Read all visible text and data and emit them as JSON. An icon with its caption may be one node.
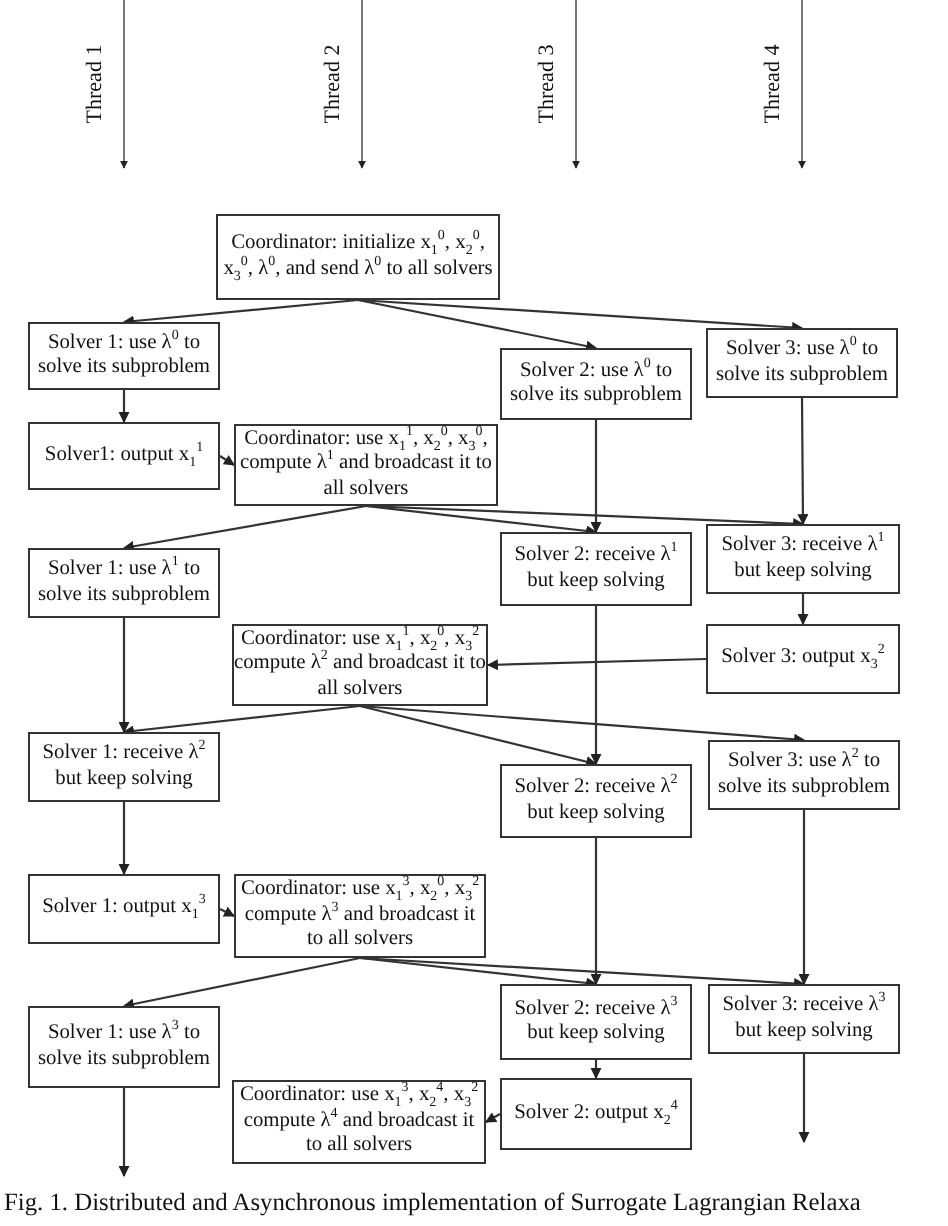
{
  "diagram": {
    "caption": "Fig. 1. Distributed and Asynchronous implementation of Surrogate Lagrangian Relaxa",
    "nodes": [
      {
        "text": [
          "Coordinator: initialize x$_{1}$$^{0}$, x$_{2}$$^{0}$, x$_{3}$$^{0}$, λ$^{0}$, and send λ$^{0}$ to all solvers"
        ]
      },
      {
        "text": [
          "Solver 1: use λ$^{0}$ to solve its subproblem"
        ]
      },
      {
        "text": [
          "Solver 2: use λ$^{0}$ to solve its subproblem"
        ]
      },
      {
        "text": [
          "Solver 3: use λ$^{0}$ to solve its subproblem"
        ]
      },
      {
        "text": [
          "Solver1: output x$_{1}$$^{1}$"
        ]
      },
      {
        "text": [
          "Coordinator: use x$_{1}$$^{1}$, x$_{2}$$^{0}$, x$_{3}$$^{0}$, compute λ$^{1}$ and broadcast it to all solvers"
        ]
      },
      {
        "text": [
          "Solver 2: receive λ$^{1}$ but keep solving"
        ]
      },
      {
        "text": [
          "Solver 3: receive λ$^{1}$ but keep solving"
        ]
      },
      {
        "text": [
          "Solver 1: use λ$^{1}$ to solve its subproblem"
        ]
      },
      {
        "text": [
          "Coordinator: use x$_{1}$$^{1}$, x$_{2}$$^{0}$, x$_{3}$$^{2}$ compute λ$^{2}$ and broadcast it to all solvers"
        ]
      },
      {
        "text": [
          "Solver 3: output x$_{3}$$^{2}$"
        ]
      },
      {
        "text": [
          "Solver 1: receive λ$^{2}$ but keep solving"
        ]
      },
      {
        "text": [
          "Solver 3: use λ$^{2}$ to solve its subproblem"
        ]
      },
      {
        "text": [
          "Solver 2: receive λ$^{2}$ but keep solving"
        ]
      },
      {
        "text": [
          "Solver 1: output x$_{1}$$^{3}$"
        ]
      },
      {
        "text": [
          "Coordinator: use x$_{1}$$^{3}$, x$_{2}$$^{0}$, x$_{3}$$^{2}$ compute λ$^{3}$ and broadcast it to all solvers"
        ]
      },
      {
        "text": [
          "Solver 2: receive λ$^{3}$ but keep solving"
        ]
      },
      {
        "text": [
          "Solver 3: receive λ$^{3}$ but keep solving"
        ]
      },
      {
        "text": [
          "Solver 1: use λ$^{3}$ to solve its subproblem"
        ]
      },
      {
        "text": [
          "Coordinator: use x$_{1}$$^{3}$, x$_{2}$$^{4}$, x$_{3}$$^{2}$ compute λ$^{4}$ and broadcast it to all solvers"
        ]
      },
      {
        "text": [
          "Solver 2: output x$_{2}$$^{4}$"
        ]
      }
    ],
    "edges": [
      {
        "from": 0,
        "to": 1,
        "arrow": "to"
      },
      {
        "from": 0,
        "to": 2,
        "arrow": "to"
      },
      {
        "from": 0,
        "to": 3,
        "arrow": "to"
      },
      {
        "from": 1,
        "to": 4,
        "arrow": "to"
      },
      {
        "from": 4,
        "to": 5,
        "arrow": "to"
      },
      {
        "from": 5,
        "to": 8,
        "arrow": "to"
      },
      {
        "from": 5,
        "to": 6,
        "arrow": "to"
      },
      {
        "from": 5,
        "to": 7,
        "arrow": "to"
      },
      {
        "from": 2,
        "to": 6,
        "arrow": "to"
      },
      {
        "from": 3,
        "to": 7,
        "arrow": "to"
      },
      {
        "from": 8,
        "to": 11,
        "arrow": "to"
      },
      {
        "from": 7,
        "to": 10,
        "arrow": "to"
      },
      {
        "from": 10,
        "to": 9,
        "arrow": "to"
      },
      {
        "from": 9,
        "to": 11,
        "arrow": "to"
      },
      {
        "from": 9,
        "to": 13,
        "arrow": "to"
      },
      {
        "from": 9,
        "to": 12,
        "arrow": "to"
      },
      {
        "from": 6,
        "to": 13,
        "arrow": "to"
      },
      {
        "from": 11,
        "to": 14,
        "arrow": "to"
      },
      {
        "from": 14,
        "to": 15,
        "arrow": "to"
      },
      {
        "from": 15,
        "to": 18,
        "arrow": "to"
      },
      {
        "from": 15,
        "to": 16,
        "arrow": "to"
      },
      {
        "from": 15,
        "to": 17,
        "arrow": "to"
      },
      {
        "from": 13,
        "to": 16,
        "arrow": "to"
      },
      {
        "from": 12,
        "to": 17,
        "arrow": "to"
      },
      {
        "from": 16,
        "to": 20,
        "arrow": "to"
      },
      {
        "from": 20,
        "to": 19,
        "arrow": "to"
      },
      {
        "from": 18,
        "to": null,
        "arrow": "to"
      },
      {
        "from": 17,
        "to": null,
        "arrow": "to"
      }
    ],
    "labels": [
      "Thread 1",
      "Thread 2",
      "Thread 3",
      "Thread 4"
    ]
  }
}
